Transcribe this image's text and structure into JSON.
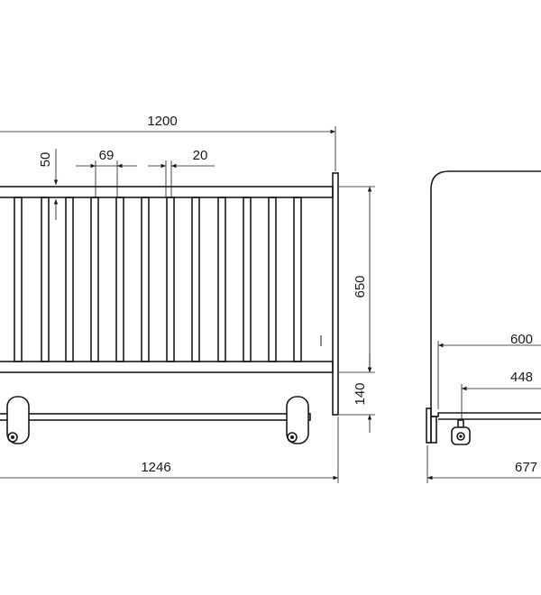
{
  "dimensions": {
    "overall_width": "1200",
    "rail_height": "50",
    "slat_spacing": "69",
    "slat_width": "20",
    "side_height": "650",
    "base_height": "140",
    "total_length": "1246",
    "side_depth": "600",
    "wheel_offset": "448",
    "total_depth": "677"
  },
  "colors": {
    "line": "#1a1a1a",
    "background": "#ffffff"
  }
}
